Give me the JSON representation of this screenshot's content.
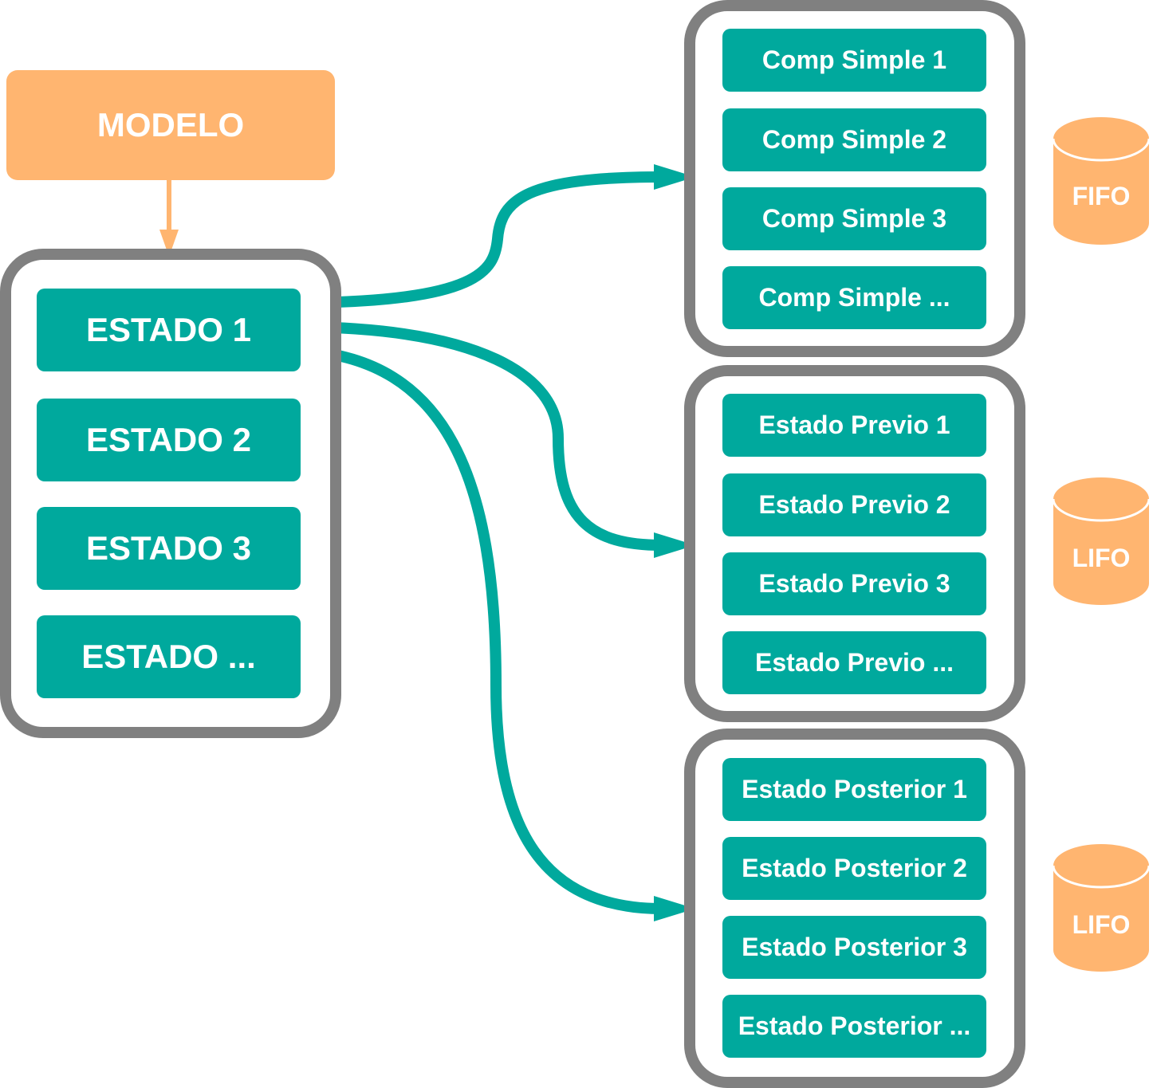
{
  "model": {
    "label": "MODELO"
  },
  "states": [
    "ESTADO 1",
    "ESTADO 2",
    "ESTADO 3",
    "ESTADO ..."
  ],
  "groups": [
    {
      "name": "comp-simple",
      "items": [
        "Comp Simple 1",
        "Comp Simple 2",
        "Comp Simple 3",
        "Comp Simple ..."
      ],
      "queue": "FIFO"
    },
    {
      "name": "estado-previo",
      "items": [
        "Estado Previo 1",
        "Estado Previo 2",
        "Estado Previo 3",
        "Estado Previo ..."
      ],
      "queue": "LIFO"
    },
    {
      "name": "estado-posterior",
      "items": [
        "Estado Posterior 1",
        "Estado Posterior 2",
        "Estado Posterior 3",
        "Estado Posterior ..."
      ],
      "queue": "LIFO"
    }
  ],
  "colors": {
    "teal": "#00A99D",
    "orange": "#FFB570",
    "gray": "#808080"
  }
}
